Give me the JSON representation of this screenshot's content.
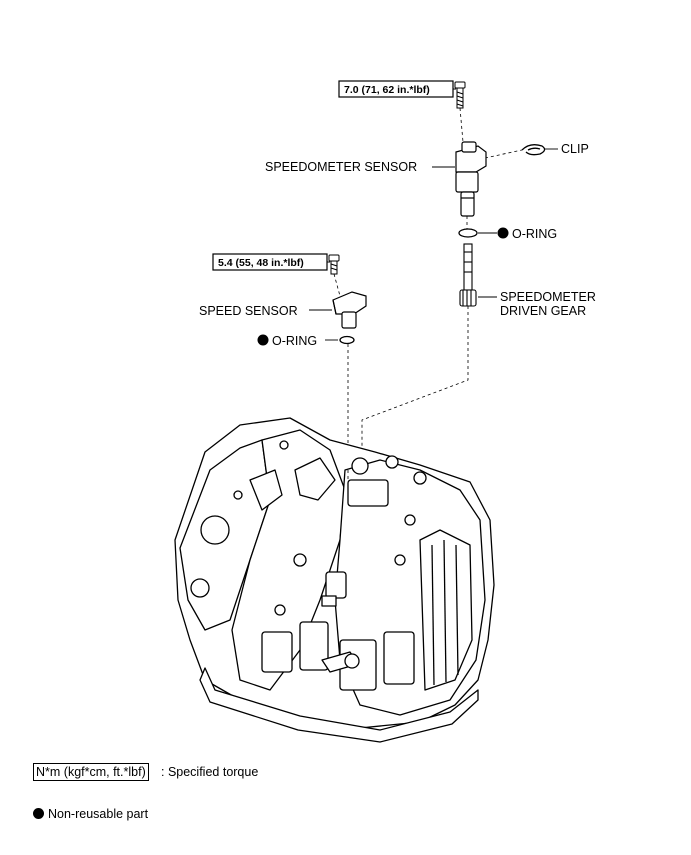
{
  "labels": {
    "torque_top": "7.0 (71, 62 in.*lbf)",
    "torque_mid": "5.4 (55, 48 in.*lbf)",
    "speedometer_sensor": "SPEEDOMETER SENSOR",
    "clip": "CLIP",
    "oring_upper": "O-RING",
    "speedometer_driven_gear_line1": "SPEEDOMETER",
    "speedometer_driven_gear_line2": "DRIVEN GEAR",
    "speed_sensor": "SPEED SENSOR",
    "oring_lower": "O-RING"
  },
  "legend": {
    "torque_unit": "N*m (kgf*cm, ft.*lbf)",
    "torque_desc": ": Specified torque",
    "nonreusable": "Non-reusable part"
  }
}
